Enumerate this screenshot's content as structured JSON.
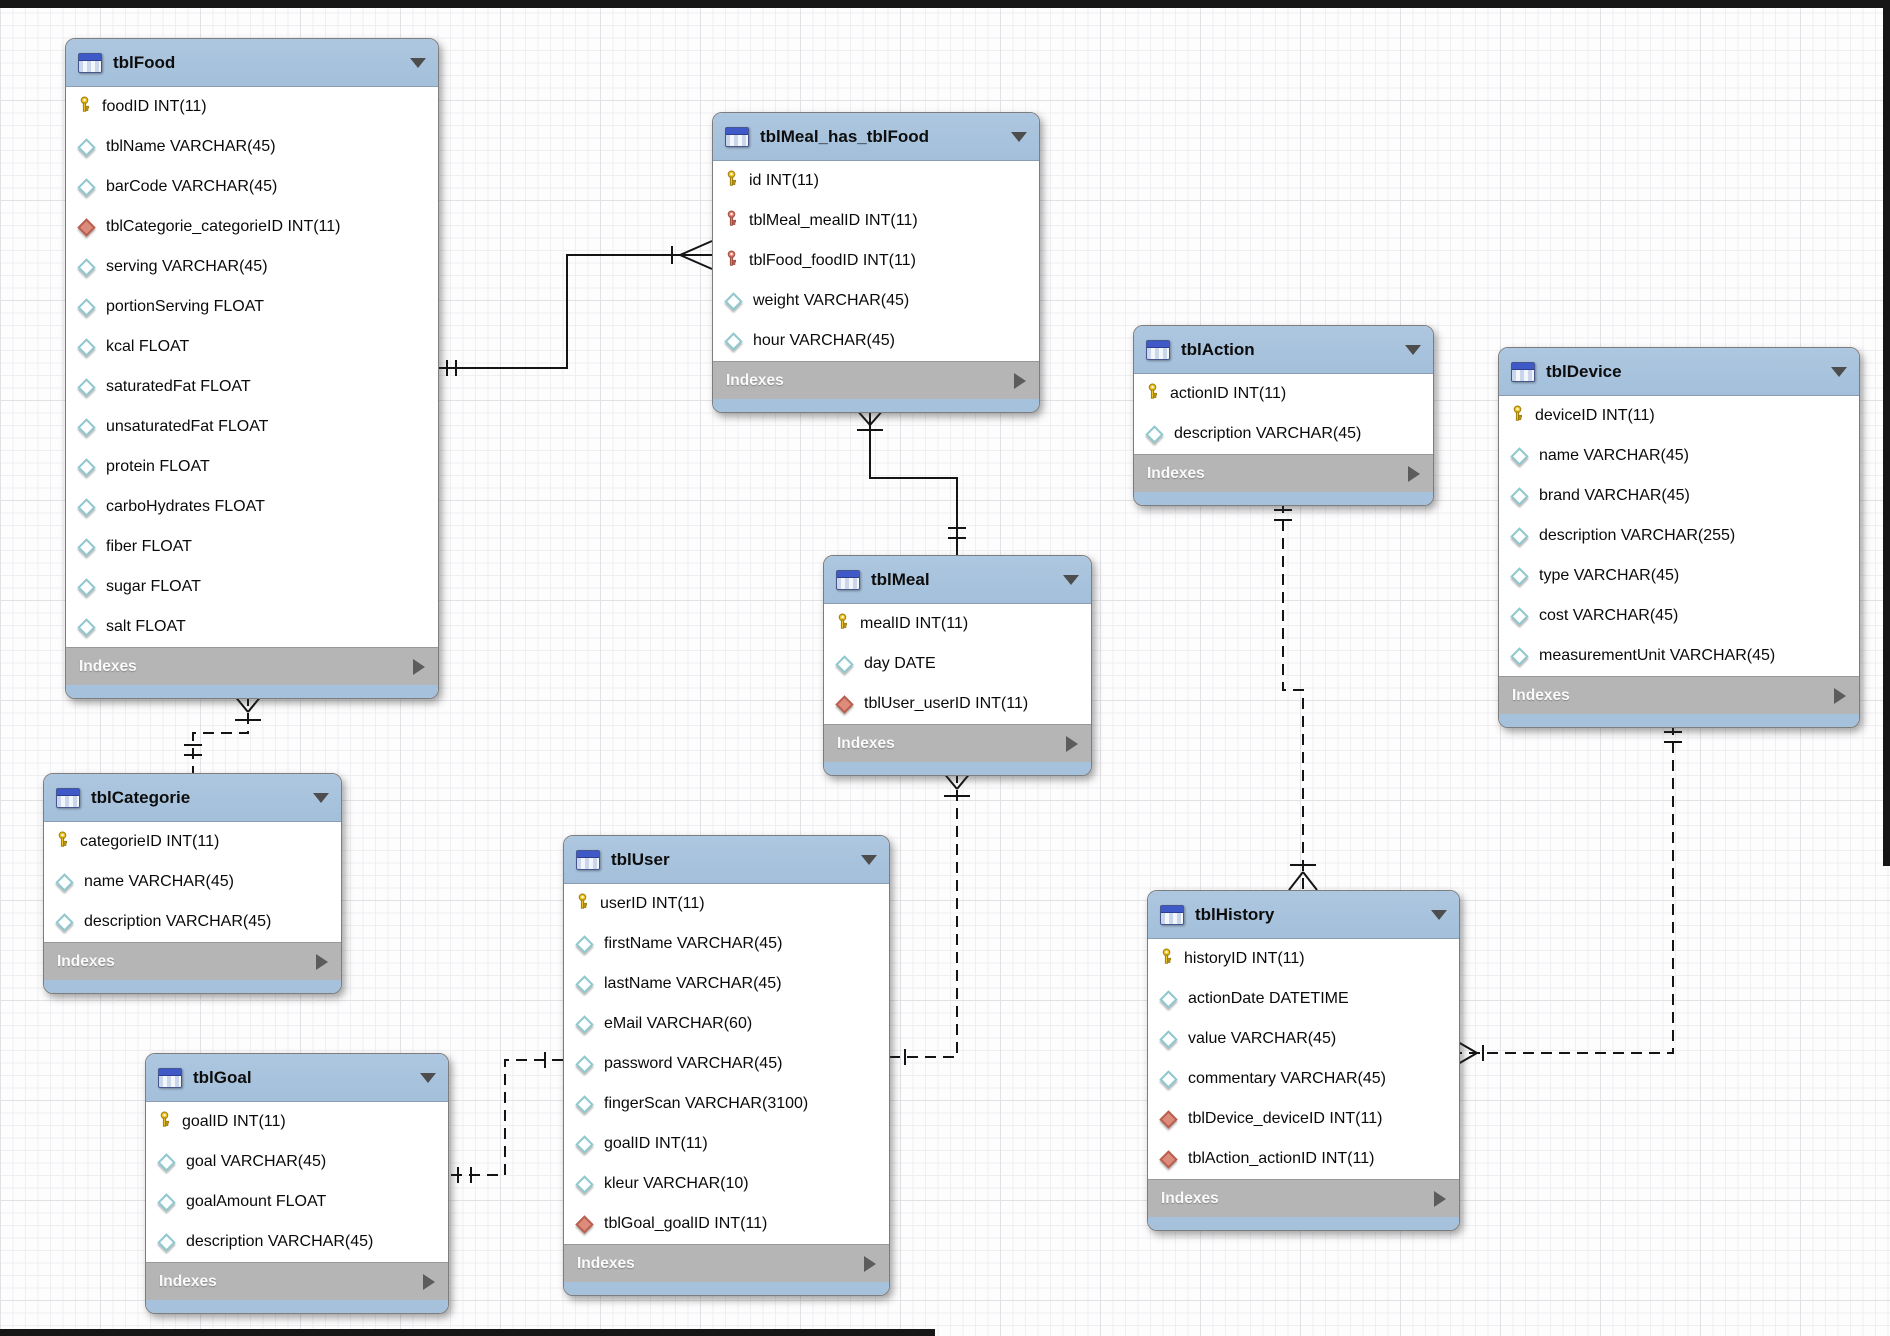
{
  "diagram": {
    "indexes_label": "Indexes",
    "tables": [
      {
        "id": "tblFood",
        "title": "tblFood",
        "fields": [
          {
            "icon": "pk",
            "text": "foodID INT(11)"
          },
          {
            "icon": "attr",
            "text": "tblName VARCHAR(45)"
          },
          {
            "icon": "attr",
            "text": "barCode VARCHAR(45)"
          },
          {
            "icon": "fk",
            "text": "tblCategorie_categorieID INT(11)"
          },
          {
            "icon": "attr",
            "text": "serving VARCHAR(45)"
          },
          {
            "icon": "attr",
            "text": "portionServing FLOAT"
          },
          {
            "icon": "attr",
            "text": "kcal FLOAT"
          },
          {
            "icon": "attr",
            "text": "saturatedFat FLOAT"
          },
          {
            "icon": "attr",
            "text": "unsaturatedFat FLOAT"
          },
          {
            "icon": "attr",
            "text": "protein FLOAT"
          },
          {
            "icon": "attr",
            "text": "carboHydrates FLOAT"
          },
          {
            "icon": "attr",
            "text": "fiber FLOAT"
          },
          {
            "icon": "attr",
            "text": "sugar FLOAT"
          },
          {
            "icon": "attr",
            "text": "salt FLOAT"
          }
        ]
      },
      {
        "id": "tblMeal_has_tblFood",
        "title": "tblMeal_has_tblFood",
        "fields": [
          {
            "icon": "pk",
            "text": "id INT(11)"
          },
          {
            "icon": "fkkey",
            "text": "tblMeal_mealID INT(11)"
          },
          {
            "icon": "fkkey",
            "text": "tblFood_foodID INT(11)"
          },
          {
            "icon": "attr",
            "text": "weight VARCHAR(45)"
          },
          {
            "icon": "attr",
            "text": "hour VARCHAR(45)"
          }
        ]
      },
      {
        "id": "tblAction",
        "title": "tblAction",
        "fields": [
          {
            "icon": "pk",
            "text": "actionID INT(11)"
          },
          {
            "icon": "attr",
            "text": "description VARCHAR(45)"
          }
        ]
      },
      {
        "id": "tblDevice",
        "title": "tblDevice",
        "fields": [
          {
            "icon": "pk",
            "text": "deviceID INT(11)"
          },
          {
            "icon": "attr",
            "text": "name VARCHAR(45)"
          },
          {
            "icon": "attr",
            "text": "brand VARCHAR(45)"
          },
          {
            "icon": "attr",
            "text": "description VARCHAR(255)"
          },
          {
            "icon": "attr",
            "text": "type VARCHAR(45)"
          },
          {
            "icon": "attr",
            "text": "cost VARCHAR(45)"
          },
          {
            "icon": "attr",
            "text": "measurementUnit VARCHAR(45)"
          }
        ]
      },
      {
        "id": "tblCategorie",
        "title": "tblCategorie",
        "fields": [
          {
            "icon": "pk",
            "text": "categorieID INT(11)"
          },
          {
            "icon": "attr",
            "text": "name VARCHAR(45)"
          },
          {
            "icon": "attr",
            "text": "description VARCHAR(45)"
          }
        ]
      },
      {
        "id": "tblMeal",
        "title": "tblMeal",
        "fields": [
          {
            "icon": "pk",
            "text": "mealID INT(11)"
          },
          {
            "icon": "attr",
            "text": "day DATE"
          },
          {
            "icon": "fk",
            "text": "tblUser_userID INT(11)"
          }
        ]
      },
      {
        "id": "tblUser",
        "title": "tblUser",
        "fields": [
          {
            "icon": "pk",
            "text": "userID INT(11)"
          },
          {
            "icon": "attr",
            "text": "firstName VARCHAR(45)"
          },
          {
            "icon": "attr",
            "text": "lastName VARCHAR(45)"
          },
          {
            "icon": "attr",
            "text": "eMail VARCHAR(60)"
          },
          {
            "icon": "attr",
            "text": "password VARCHAR(45)"
          },
          {
            "icon": "attr",
            "text": "fingerScan VARCHAR(3100)"
          },
          {
            "icon": "attr",
            "text": "goalID INT(11)"
          },
          {
            "icon": "attr",
            "text": "kleur VARCHAR(10)"
          },
          {
            "icon": "fk",
            "text": "tblGoal_goalID INT(11)"
          }
        ]
      },
      {
        "id": "tblGoal",
        "title": "tblGoal",
        "fields": [
          {
            "icon": "pk",
            "text": "goalID INT(11)"
          },
          {
            "icon": "attr",
            "text": "goal VARCHAR(45)"
          },
          {
            "icon": "attr",
            "text": "goalAmount FLOAT"
          },
          {
            "icon": "attr",
            "text": "description VARCHAR(45)"
          }
        ]
      },
      {
        "id": "tblHistory",
        "title": "tblHistory",
        "fields": [
          {
            "icon": "pk",
            "text": "historyID INT(11)"
          },
          {
            "icon": "attr",
            "text": "actionDate DATETIME"
          },
          {
            "icon": "attr",
            "text": "value VARCHAR(45)"
          },
          {
            "icon": "attr",
            "text": "commentary VARCHAR(45)"
          },
          {
            "icon": "fk",
            "text": "tblDevice_deviceID INT(11)"
          },
          {
            "icon": "fk",
            "text": "tblAction_actionID INT(11)"
          }
        ]
      }
    ],
    "relationships": [
      {
        "from": "tblFood",
        "to": "tblMeal_has_tblFood",
        "line": "solid",
        "from_end": "exactly-one",
        "to_end": "one-to-many"
      },
      {
        "from": "tblMeal",
        "to": "tblMeal_has_tblFood",
        "line": "solid",
        "from_end": "exactly-one",
        "to_end": "one-to-many"
      },
      {
        "from": "tblCategorie",
        "to": "tblFood",
        "line": "dashed",
        "from_end": "exactly-one",
        "to_end": "one-to-many"
      },
      {
        "from": "tblUser",
        "to": "tblMeal",
        "line": "dashed",
        "from_end": "one",
        "to_end": "one-to-many"
      },
      {
        "from": "tblGoal",
        "to": "tblUser",
        "line": "dashed",
        "from_end": "exactly-one",
        "to_end": "one"
      },
      {
        "from": "tblAction",
        "to": "tblHistory",
        "line": "dashed",
        "from_end": "exactly-one",
        "to_end": "one-to-many"
      },
      {
        "from": "tblDevice",
        "to": "tblHistory",
        "line": "dashed",
        "from_end": "exactly-one",
        "to_end": "one-to-many"
      }
    ],
    "colors": {
      "header_blue": "#a6c1dc",
      "footer_gray": "#b5b5b5",
      "pk_key_yellow": "#efc31f",
      "fk_key_red": "#e0796a",
      "attr_diamond_teal": "#8ec7ce",
      "fk_diamond_red": "#dd8b7b"
    }
  }
}
